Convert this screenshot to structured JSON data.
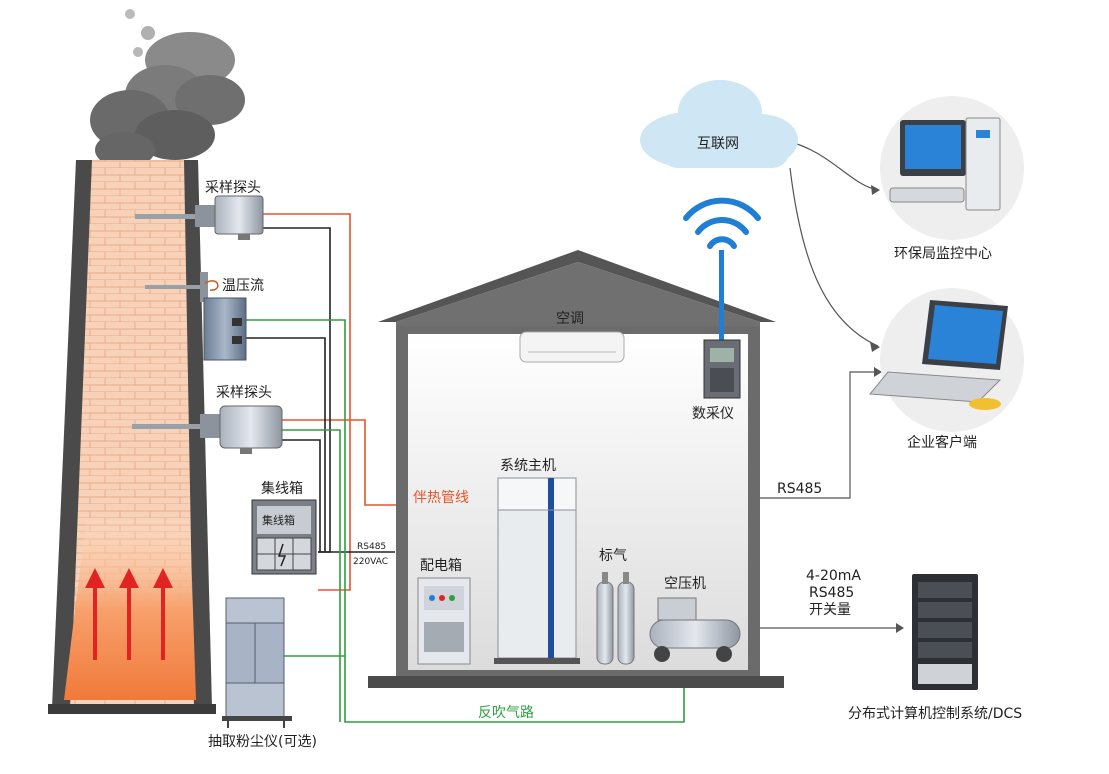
{
  "labels": {
    "probe_top": "采样探头",
    "temp_pressure_flow": "温压流",
    "probe_mid": "采样探头",
    "junction_box": "集线箱",
    "junction_box_inner": "集线箱",
    "dust_meter": "抽取粉尘仪(可选)",
    "rs485_small": "RS485",
    "vac_small": "220VAC",
    "heat_trace": "伴热管线",
    "air_conditioner": "空调",
    "data_collector": "数采仪",
    "system_host": "系统主机",
    "distribution_box": "配电箱",
    "standard_gas": "标气",
    "air_compressor": "空压机",
    "back_blow": "反吹气路",
    "internet": "互联网",
    "epa_center": "环保局监控中心",
    "enterprise_client": "企业客户端",
    "rs485_right": "RS485",
    "signal_420": "4-20mA",
    "signal_rs485": "RS485",
    "signal_switch": "开关量",
    "dcs": "分布式计算机控制系统/DCS"
  },
  "colors": {
    "heat_line": "#e8552a",
    "green_line": "#2e9e3f",
    "black_line": "#222222",
    "wifi_blue": "#1f7fd4",
    "cloud": "#cfe7f5",
    "chimney_brick": "#f6c7a8",
    "house_roof": "#595959"
  }
}
